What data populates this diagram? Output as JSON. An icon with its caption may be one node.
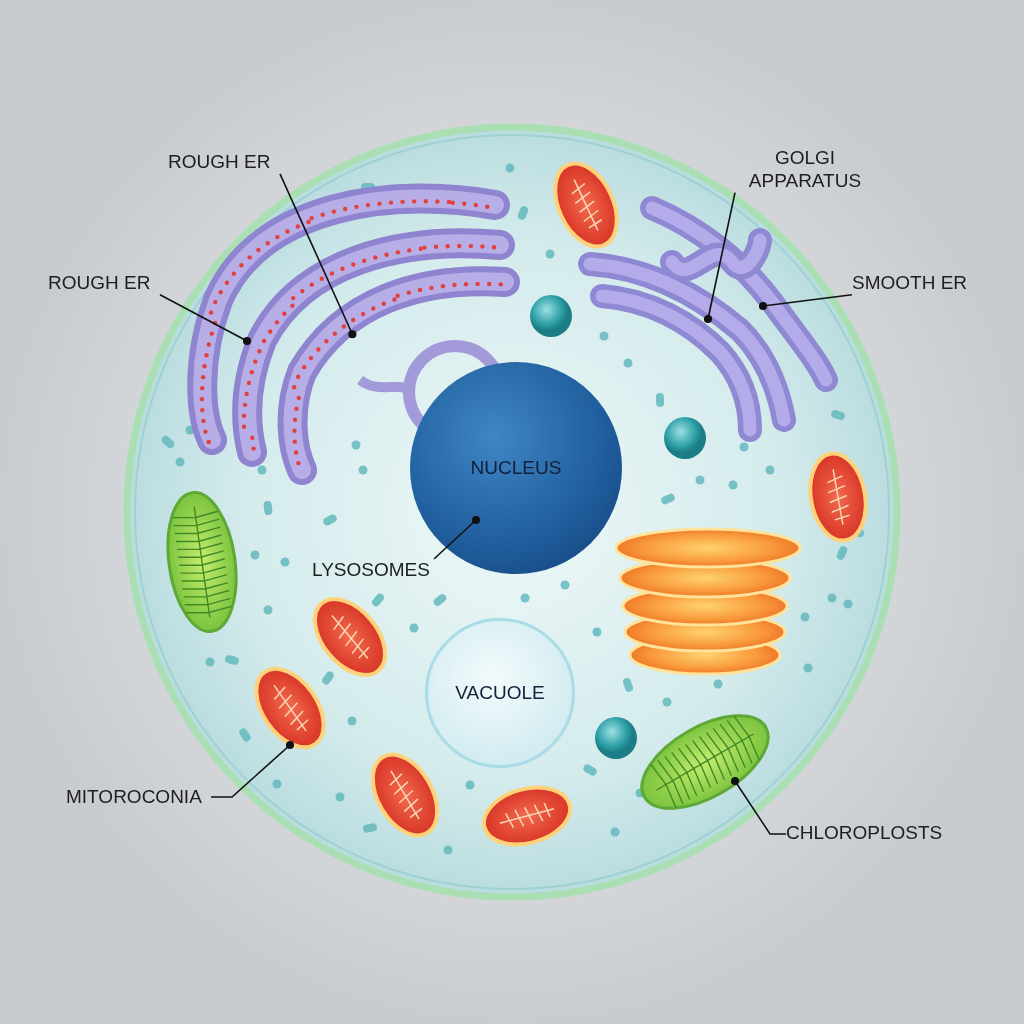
{
  "diagram": {
    "nodes": [
      {
        "text": [
          "ROUGH ER"
        ]
      },
      {
        "text": [
          "GOLGI APPARATUS"
        ]
      },
      {
        "text": [
          "ROUGH ER"
        ]
      },
      {
        "text": [
          "SMOOTH ER"
        ]
      },
      {
        "text": [],
        "shape": "picture"
      },
      {
        "text": [],
        "shape": "picture"
      },
      {
        "text": [
          "NUCLEUS"
        ]
      },
      {
        "text": [
          "LYSOSOMES"
        ]
      },
      {
        "text": [
          "VACUOLE"
        ]
      },
      {
        "text": [
          "MITOROCONIA"
        ]
      },
      {
        "text": [],
        "shape": "picture"
      },
      {
        "text": [
          "CHLOROPLOSTS"
        ]
      },
      {
        "text": [],
        "shape": "picture"
      }
    ],
    "edges": [
      {
        "from": 0,
        "to": 4,
        "arrow": "other"
      },
      {
        "from": 1,
        "to": 5,
        "arrow": "other"
      },
      {
        "from": 2,
        "to": 4,
        "arrow": "other"
      },
      {
        "from": 3,
        "to": 5,
        "arrow": "other"
      },
      {
        "from": 7,
        "to": 6,
        "arrow": "other"
      },
      {
        "from": 9,
        "to": 10,
        "arrow": "other"
      },
      {
        "from": 11,
        "to": 12,
        "arrow": "other"
      }
    ]
  }
}
